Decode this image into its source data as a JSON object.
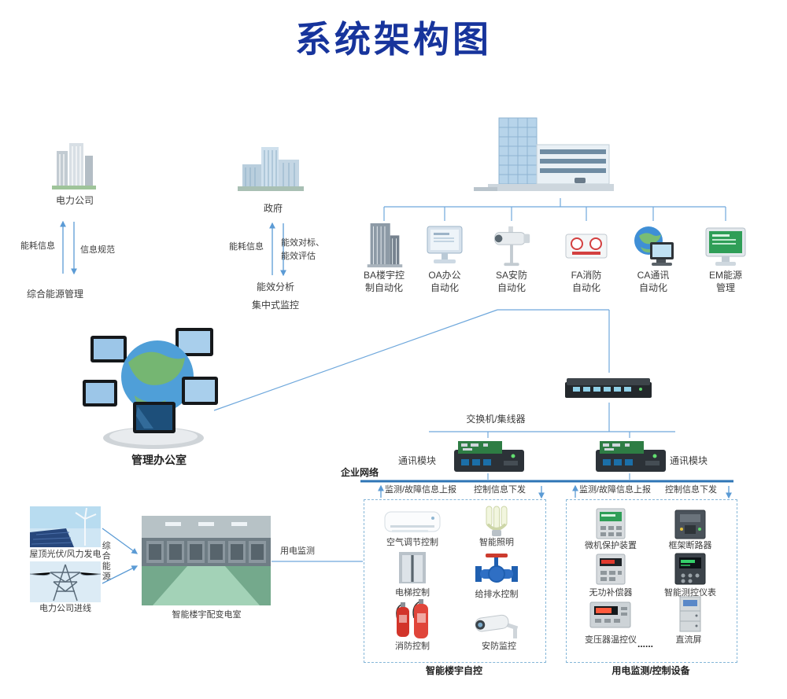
{
  "title": "系统架构图",
  "colors": {
    "title": "#17349c",
    "line": "#6fa8dc",
    "network_line": "#2e75b6"
  },
  "top_left": {
    "building_label": "电力公司",
    "flow_up": "能耗信息",
    "flow_down": "信息规范",
    "management": "综合能源管理"
  },
  "government": {
    "building_label": "政府",
    "flow_up": "能耗信息",
    "flow_right_line1": "能效对标、",
    "flow_right_line2": "能效评估",
    "analysis_line1": "能效分析",
    "analysis_line2": "集中式监控"
  },
  "subsystems": [
    {
      "line1": "BA楼宇控",
      "line2": "制自动化",
      "icon": "ba-building-icon"
    },
    {
      "line1": "OA办公",
      "line2": "自动化",
      "icon": "oa-monitor-icon"
    },
    {
      "line1": "SA安防",
      "line2": "自动化",
      "icon": "sa-cctv-icon"
    },
    {
      "line1": "FA消防",
      "line2": "自动化",
      "icon": "fa-alarm-icon"
    },
    {
      "line1": "CA通讯",
      "line2": "自动化",
      "icon": "ca-globe-monitor-icon"
    },
    {
      "line1": "EM能源",
      "line2": "管理",
      "icon": "em-monitor-icon"
    }
  ],
  "management_office": {
    "label": "管理办公室"
  },
  "network": {
    "switch_label": "交换机/集线器",
    "comm_module_left": "通讯模块",
    "comm_module_right": "通讯模块",
    "enterprise_label": "企业网络",
    "flow_groups": [
      {
        "up": "监测/故障信息上报",
        "down": "控制信息下发"
      },
      {
        "up": "监测/故障信息上报",
        "down": "控制信息下发"
      }
    ]
  },
  "power_sources": {
    "pv_label": "屋顶光伏/风力发电",
    "grid_label": "电力公司进线",
    "combined_label": "综合能源",
    "room_label": "智能楼宇配变电室",
    "monitor_label": "用电监测"
  },
  "building_control_box": {
    "title": "智能楼宇自控",
    "items": [
      "空气调节控制",
      "智能照明",
      "电梯控制",
      "给排水控制",
      "消防控制",
      "安防监控"
    ]
  },
  "power_monitor_box": {
    "title": "用电监测/控制设备",
    "items": [
      "微机保护装置",
      "框架断路器",
      "无功补偿器",
      "智能测控仪表",
      "变压器温控仪",
      "直流屏"
    ],
    "more": "......"
  }
}
